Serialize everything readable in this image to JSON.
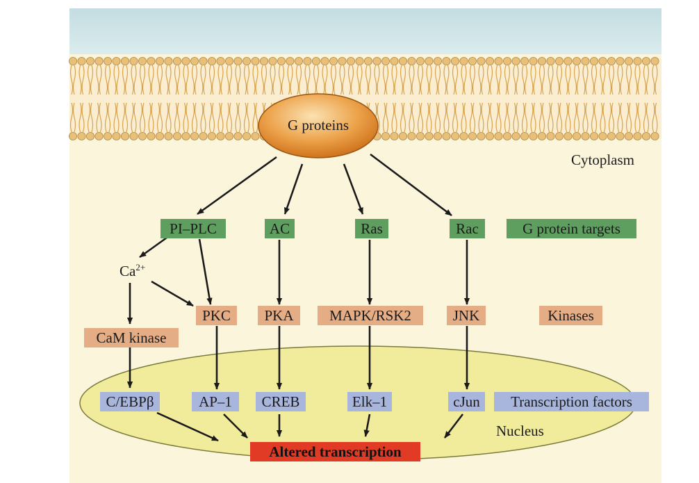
{
  "diagram": {
    "g_proteins": "G proteins",
    "cytoplasm": "Cytoplasm",
    "nucleus": "Nucleus",
    "ca_base": "Ca",
    "ca_sup": "2+",
    "targets": {
      "pi_plc": "PI–PLC",
      "ac": "AC",
      "ras": "Ras",
      "rac": "Rac",
      "label": "G protein targets"
    },
    "kinases": {
      "pkc": "PKC",
      "pka": "PKA",
      "mapk": "MAPK/RSK2",
      "jnk": "JNK",
      "cam": "CaM kinase",
      "label": "Kinases"
    },
    "tfs": {
      "cebp": "C/EBPβ",
      "ap1": "AP–1",
      "creb": "CREB",
      "elk1": "Elk–1",
      "cjun": "cJun",
      "label": "Transcription factors"
    },
    "outcome": "Altered transcription",
    "colors": {
      "target_box": "#5e9e5f",
      "kinase_box": "#e5ad86",
      "tf_box": "#a8b5dd",
      "outcome_box": "#e23b25",
      "nucleus_fill": "#f1ec9c",
      "membrane_extracellular": "#cfe3e6",
      "cytoplasm_fill": "#fbf5dc",
      "lipid_head": "#e7c07c",
      "g_protein_fill": "#e8952e"
    }
  }
}
